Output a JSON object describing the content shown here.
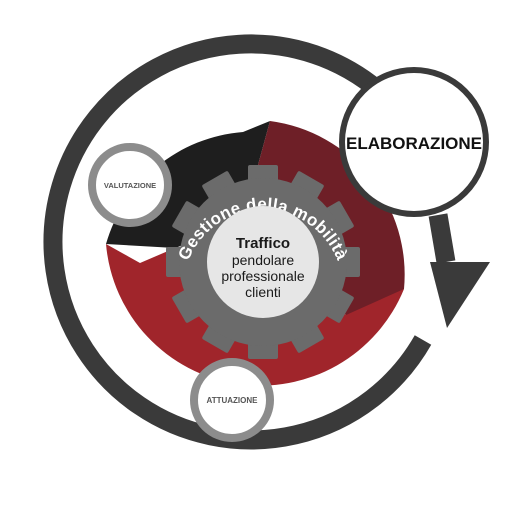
{
  "diagram": {
    "outer_cycle_color": "#3a3a3a",
    "segments": [
      {
        "id": "black",
        "color": "#1e1e1e"
      },
      {
        "id": "dark-red",
        "color": "#6e1f27"
      },
      {
        "id": "red",
        "color": "#a0252b"
      }
    ],
    "gear": {
      "color": "#6b6b6b",
      "arc_text": "Gestione della mobilità"
    },
    "center": {
      "fill": "#e6e6e6",
      "title": "Traffico",
      "lines": [
        "pendolare",
        "professionale",
        "clienti"
      ]
    },
    "nodes": {
      "elaborazione": {
        "label": "ELABORAZIONE"
      },
      "valutazione": {
        "label": "VALUTAZIONE"
      },
      "attuazione": {
        "label": "ATTUAZIONE"
      }
    }
  }
}
